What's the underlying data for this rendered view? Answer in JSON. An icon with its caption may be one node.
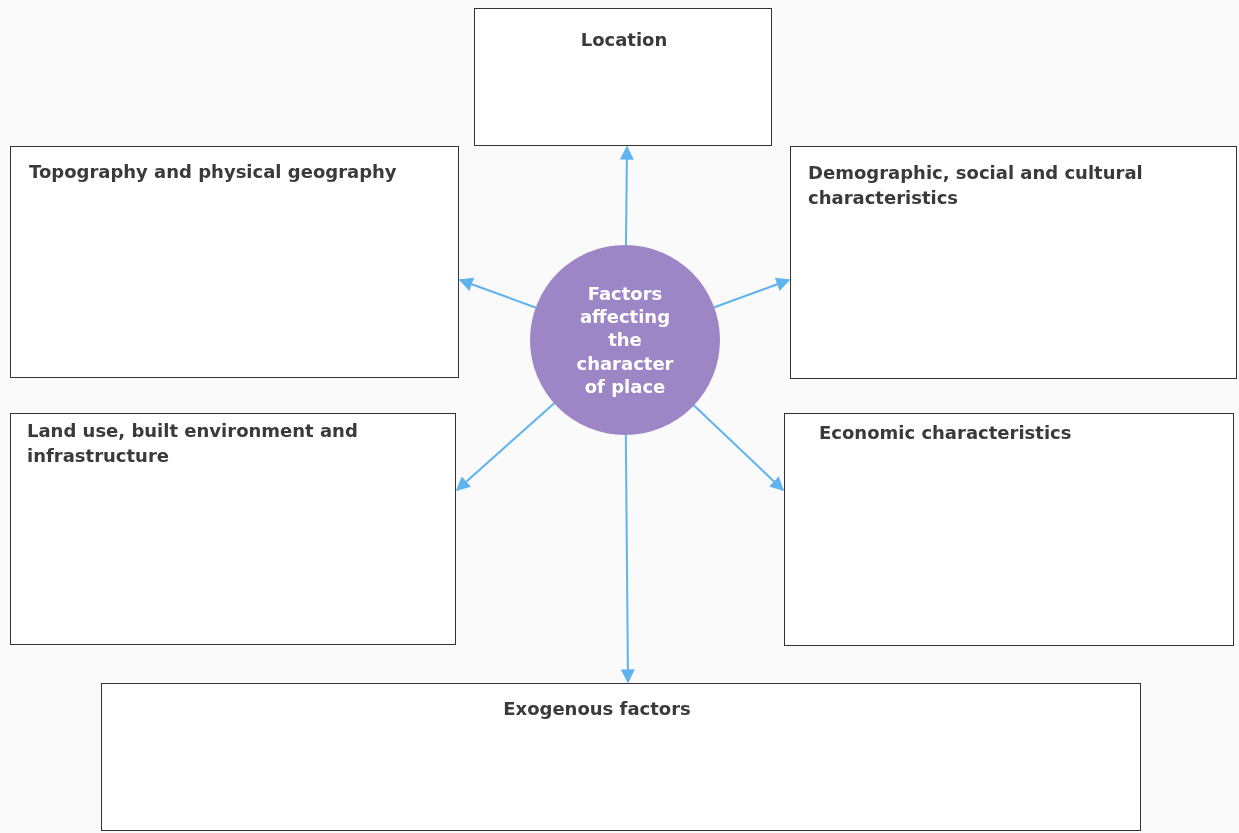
{
  "diagram": {
    "nodes": [
      {
        "text": [
          "Location"
        ]
      },
      {
        "text": [
          "Topography and physical geography"
        ]
      },
      {
        "text": [
          "Demographic, social and cultural characteristics"
        ]
      },
      {
        "text": [
          "Factors affecting the character of place"
        ]
      },
      {
        "text": [
          "Land use, built environment and infrastructure"
        ]
      },
      {
        "text": [
          "Economic characteristics"
        ]
      },
      {
        "text": [
          "Exogenous factors"
        ]
      }
    ],
    "edges": [
      {
        "from": 3,
        "to": 0,
        "arrow": "to"
      },
      {
        "from": 3,
        "to": 1,
        "arrow": "to"
      },
      {
        "from": 3,
        "to": 2,
        "arrow": "to"
      },
      {
        "from": 3,
        "to": 4,
        "arrow": "to"
      },
      {
        "from": 3,
        "to": 5,
        "arrow": "to"
      },
      {
        "from": 3,
        "to": 6,
        "arrow": "to"
      }
    ]
  }
}
